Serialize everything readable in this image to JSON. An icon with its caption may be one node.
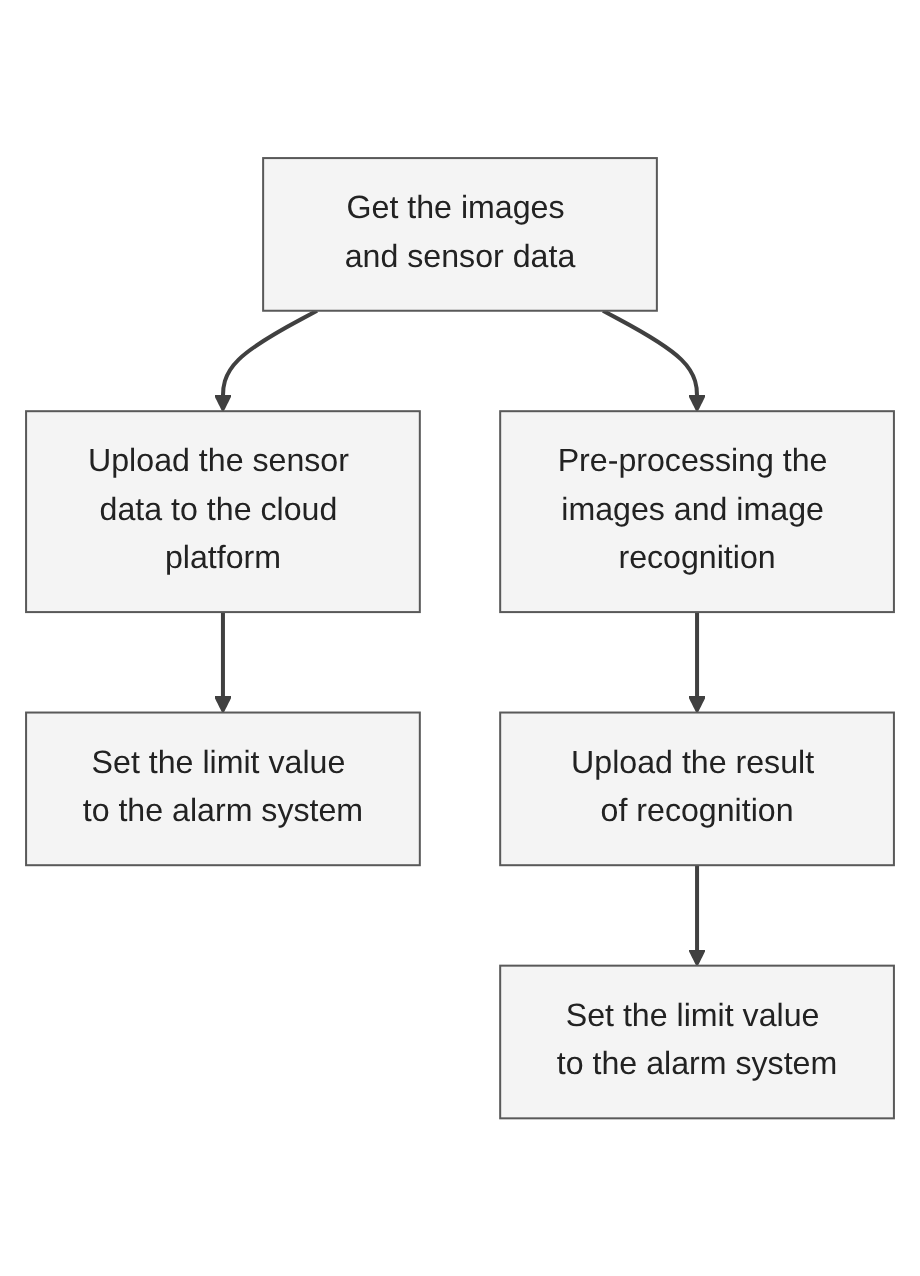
{
  "diagram": {
    "nodes": [
      {
        "text": [
          "Get the images and sensor data"
        ]
      },
      {
        "text": [
          "Upload the sensor data to the cloud platform"
        ]
      },
      {
        "text": [
          "Pre-processing the images and image recognition"
        ]
      },
      {
        "text": [
          "Set the limit value to the alarm system"
        ]
      },
      {
        "text": [
          "Upload the result of recognition"
        ]
      },
      {
        "text": [
          "Set the limit value to the alarm system"
        ]
      }
    ],
    "edges": [
      {
        "from": 0,
        "to": 1,
        "arrow": "to"
      },
      {
        "from": 0,
        "to": 2,
        "arrow": "to"
      },
      {
        "from": 1,
        "to": 3,
        "arrow": "to"
      },
      {
        "from": 2,
        "to": 4,
        "arrow": "to"
      },
      {
        "from": 4,
        "to": 5,
        "arrow": "to"
      }
    ]
  }
}
